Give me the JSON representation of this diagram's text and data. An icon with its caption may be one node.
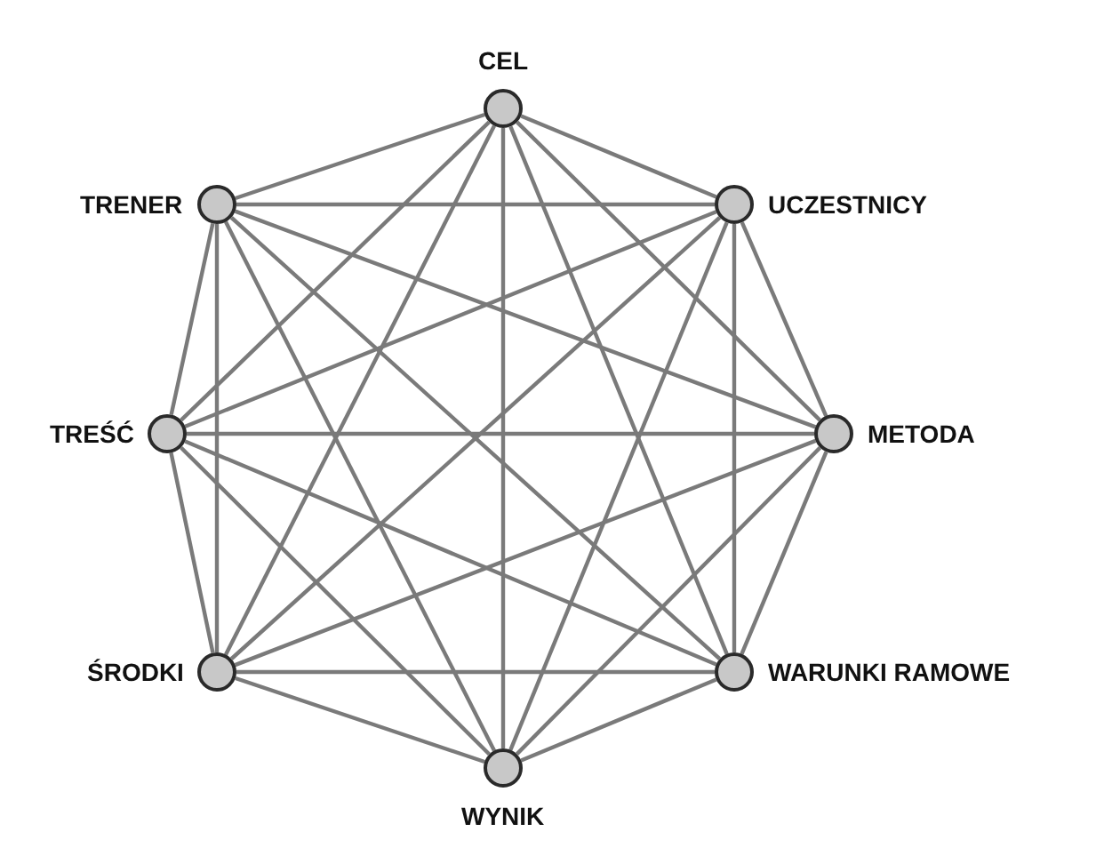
{
  "diagram": {
    "nodes": [
      {
        "text": [],
        "shape": "circle",
        "beside": [
          "CEL"
        ]
      },
      {
        "text": [],
        "shape": "circle",
        "beside": [
          "TRENER"
        ]
      },
      {
        "text": [],
        "shape": "circle",
        "beside": [
          "UCZESTNICY"
        ]
      },
      {
        "text": [],
        "shape": "circle",
        "beside": [
          "TREŚĆ"
        ]
      },
      {
        "text": [],
        "shape": "circle",
        "beside": [
          "METODA"
        ]
      },
      {
        "text": [],
        "shape": "circle",
        "beside": [
          "ŚRODKI"
        ]
      },
      {
        "text": [],
        "shape": "circle",
        "beside": [
          "WARUNKI RAMOWE"
        ]
      },
      {
        "text": [],
        "shape": "circle",
        "beside": [
          "WYNIK"
        ]
      }
    ],
    "edges": [
      {
        "from": 0,
        "to": 1,
        "arrow": "none"
      },
      {
        "from": 0,
        "to": 2,
        "arrow": "none"
      },
      {
        "from": 0,
        "to": 3,
        "arrow": "none"
      },
      {
        "from": 0,
        "to": 4,
        "arrow": "none"
      },
      {
        "from": 0,
        "to": 5,
        "arrow": "none"
      },
      {
        "from": 0,
        "to": 6,
        "arrow": "none"
      },
      {
        "from": 0,
        "to": 7,
        "arrow": "none"
      },
      {
        "from": 1,
        "to": 2,
        "arrow": "none"
      },
      {
        "from": 1,
        "to": 3,
        "arrow": "none"
      },
      {
        "from": 1,
        "to": 4,
        "arrow": "none"
      },
      {
        "from": 1,
        "to": 5,
        "arrow": "none"
      },
      {
        "from": 1,
        "to": 6,
        "arrow": "none"
      },
      {
        "from": 1,
        "to": 7,
        "arrow": "none"
      },
      {
        "from": 2,
        "to": 3,
        "arrow": "none"
      },
      {
        "from": 2,
        "to": 4,
        "arrow": "none"
      },
      {
        "from": 2,
        "to": 5,
        "arrow": "none"
      },
      {
        "from": 2,
        "to": 6,
        "arrow": "none"
      },
      {
        "from": 2,
        "to": 7,
        "arrow": "none"
      },
      {
        "from": 3,
        "to": 4,
        "arrow": "none"
      },
      {
        "from": 3,
        "to": 5,
        "arrow": "none"
      },
      {
        "from": 3,
        "to": 6,
        "arrow": "none"
      },
      {
        "from": 3,
        "to": 7,
        "arrow": "none"
      },
      {
        "from": 4,
        "to": 5,
        "arrow": "none"
      },
      {
        "from": 4,
        "to": 6,
        "arrow": "none"
      },
      {
        "from": 4,
        "to": 7,
        "arrow": "none"
      },
      {
        "from": 5,
        "to": 6,
        "arrow": "none"
      },
      {
        "from": 5,
        "to": 7,
        "arrow": "none"
      },
      {
        "from": 6,
        "to": 7,
        "arrow": "none"
      }
    ]
  }
}
